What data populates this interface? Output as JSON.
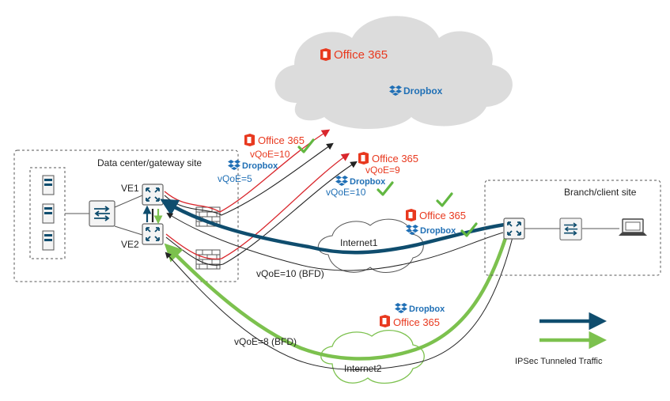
{
  "sites": {
    "datacenter_label": "Data center/gateway site",
    "branch_label": "Branch/client site"
  },
  "routers": {
    "ve1": "VE1",
    "ve2": "VE2"
  },
  "clouds": {
    "internet1": "Internet1",
    "internet2": "Internet2"
  },
  "apps": {
    "office365": "Office 365",
    "dropbox": "Dropbox"
  },
  "metrics": {
    "office365_ve1": "vQoE=10",
    "dropbox_ve1": "vQoE=5",
    "office365_ve2": "vQoE=9",
    "dropbox_ve2": "vQoE=10",
    "internet1_bfd": "vQoE=10 (BFD)",
    "internet2_bfd": "vQoE=8 (BFD)"
  },
  "legend": {
    "label": "IPSec Tunneled Traffic"
  },
  "colors": {
    "office": "#e8391f",
    "dropbox": "#1f6fb5",
    "tunnel_blue": "#0f4d6e",
    "tunnel_green": "#7cc14e",
    "check": "#62b741",
    "cloud_fill": "#dcdcdc",
    "thin_red": "#d9262c",
    "thin_black": "#222222"
  },
  "icons": [
    "office365-icon",
    "dropbox-icon",
    "router-icon",
    "switch-icon",
    "firewall-icon",
    "server-icon",
    "laptop-icon",
    "checkmark-icon"
  ]
}
